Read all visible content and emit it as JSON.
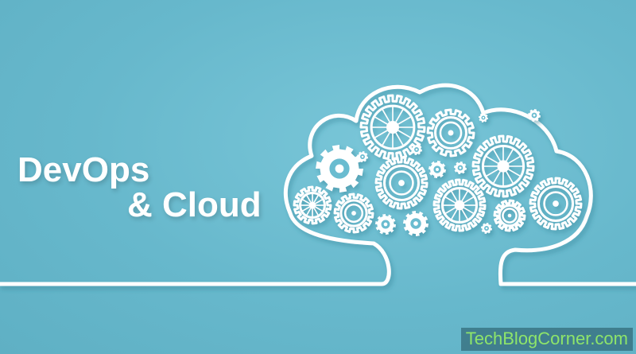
{
  "headline": {
    "line1": "DevOps",
    "line2": "& Cloud"
  },
  "watermark": "TechBlogCorner.com",
  "colors": {
    "background": "#6bbcd0",
    "outline": "#ffffff",
    "watermark_text": "#8ee56a"
  },
  "icons": [
    "cloud-outline-icon",
    "gear-icon"
  ]
}
